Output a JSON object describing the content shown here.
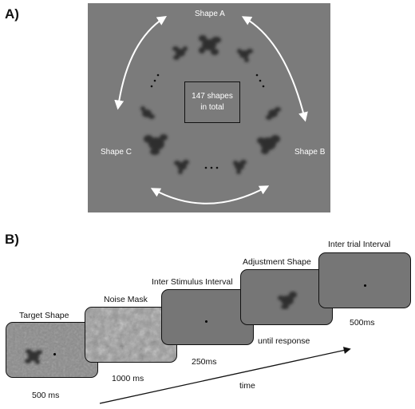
{
  "panel_a": {
    "label": "A)",
    "shape_a_label": "Shape A",
    "shape_b_label": "Shape B",
    "shape_c_label": "Shape C",
    "center_line1": "147 shapes",
    "center_line2": "in total"
  },
  "panel_b": {
    "label": "B)",
    "screens": [
      {
        "title": "Target Shape",
        "caption": "500 ms",
        "background": "textured-noise-light"
      },
      {
        "title": "Noise Mask",
        "caption": "1000 ms",
        "background": "noise"
      },
      {
        "title": "Inter Stimulus Interval",
        "caption": "250ms",
        "background": "uniform-gray"
      },
      {
        "title": "Adjustment Shape",
        "caption": "until response",
        "background": "uniform-gray"
      },
      {
        "title": "Inter trial Interval",
        "caption": "500ms",
        "background": "uniform-gray"
      }
    ],
    "time_label": "time"
  },
  "colors": {
    "ring_background": "#7b7b7b",
    "screen_gray": "#767676",
    "shape_dark": "#2e2e2e",
    "arrow_white": "#ffffff"
  }
}
